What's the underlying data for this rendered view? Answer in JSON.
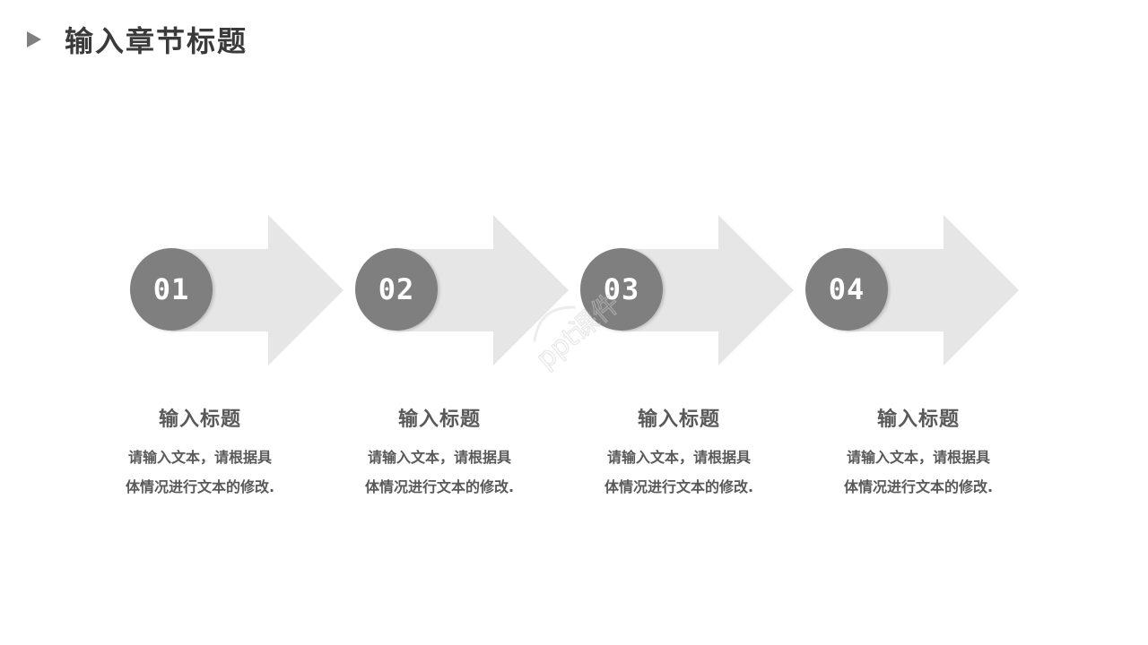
{
  "header": {
    "title": "输入章节标题"
  },
  "colors": {
    "circle": "#7f7f7f",
    "arrow": "#e6e6e6",
    "title_text": "#3a3a3a",
    "body_text": "#595959"
  },
  "steps": [
    {
      "number": "01",
      "title": "输入标题",
      "desc_line1": "请输入文本，请根据具",
      "desc_line2": "体情况进行文本的修改."
    },
    {
      "number": "02",
      "title": "输入标题",
      "desc_line1": "请输入文本，请根据具",
      "desc_line2": "体情况进行文本的修改."
    },
    {
      "number": "03",
      "title": "输入标题",
      "desc_line1": "请输入文本，请根据具",
      "desc_line2": "体情况进行文本的修改."
    },
    {
      "number": "04",
      "title": "输入标题",
      "desc_line1": "请输入文本，请根据具",
      "desc_line2": "体情况进行文本的修改."
    }
  ],
  "watermark": {
    "text": "ppt课件"
  }
}
